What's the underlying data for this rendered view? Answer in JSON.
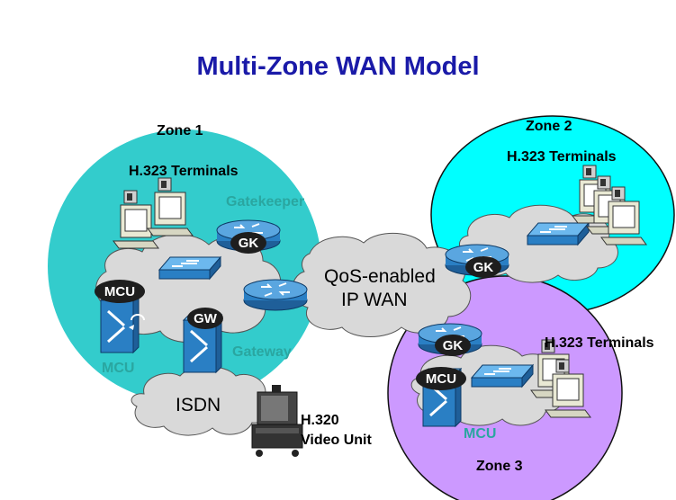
{
  "title": "Multi-Zone WAN Model",
  "colors": {
    "title": "#1a1aa8",
    "zone1": "#33cccc",
    "zone2": "#00ffff",
    "zone3": "#cc99ff",
    "cloud": "#d9d9d9",
    "device": "#2a7fc4",
    "teal_label": "#2aa6a0",
    "badge": "#1e1e1e"
  },
  "zones": {
    "zone1": {
      "name": "Zone 1",
      "terminals": "H.323 Terminals",
      "gatekeeper": "Gatekeeper",
      "gatekeeper_badge": "GK",
      "gateway": "Gateway",
      "gateway_badge": "GW",
      "mcu_badge": "MCU",
      "mcu_label": "MCU"
    },
    "zone2": {
      "name": "Zone 2",
      "terminals": "H.323 Terminals",
      "gatekeeper_badge": "GK"
    },
    "zone3": {
      "name": "Zone 3",
      "terminals": "H.323 Terminals",
      "gatekeeper_badge": "GK",
      "mcu_badge": "MCU",
      "mcu_label": "MCU"
    }
  },
  "wan": {
    "line1": "QoS-enabled",
    "line2": "IP WAN"
  },
  "isdn": {
    "label": "ISDN"
  },
  "video_unit": {
    "line1": "H.320",
    "line2": "Video Unit"
  },
  "icons": [
    "router-icon",
    "switch-icon",
    "terminal-icon",
    "mcu-icon",
    "gateway-icon",
    "video-unit-icon"
  ]
}
